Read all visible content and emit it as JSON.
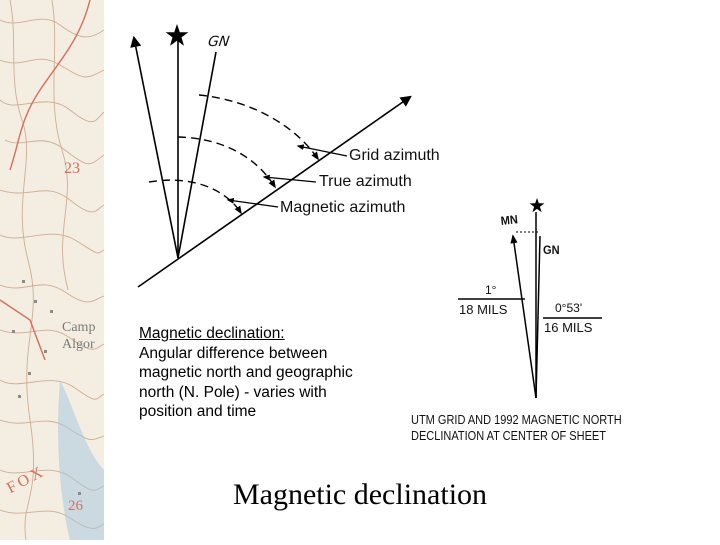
{
  "map_labels": [
    "23",
    "Camp",
    "Algor",
    "FOX",
    "26"
  ],
  "azimuth_diagram": {
    "gn_label": "GN",
    "grid_azimuth": "Grid azimuth",
    "true_azimuth": "True azimuth",
    "magnetic_azimuth": "Magnetic azimuth"
  },
  "declination_diagram": {
    "mn_label": "MN",
    "gn_label": "GN",
    "left_degrees": "1°",
    "left_mils": "18  MILS",
    "right_degrees": "0°53'",
    "right_mils": "16  MILS",
    "caption_line1": "UTM GRID AND 1992 MAGNETIC NORTH",
    "caption_line2": "DECLINATION AT CENTER OF SHEET"
  },
  "note": {
    "title": "Magnetic declination:",
    "body": "Angular difference between magnetic north and geographic north (N. Pole) - varies with position and time"
  },
  "page_title": "Magnetic declination",
  "colors": {
    "map_paper": "#f4ede2",
    "map_contour": "#c9a383",
    "map_water": "#a9c8df",
    "map_road": "#d86f5b"
  }
}
